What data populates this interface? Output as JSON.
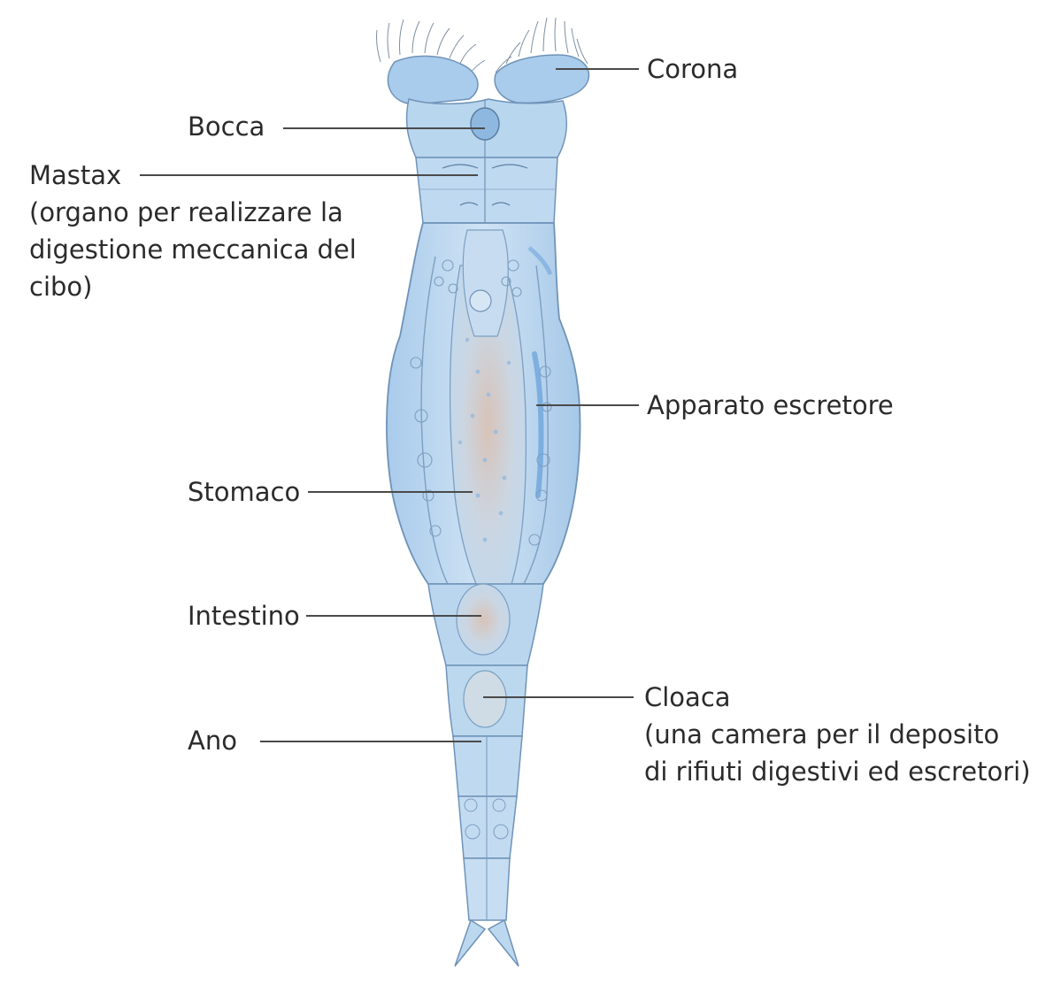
{
  "labels": {
    "corona": "Corona",
    "bocca": "Bocca",
    "mastax": {
      "name": "Mastax",
      "note_line1": "(organo per realizzare la",
      "note_line2": "digestione meccanica del",
      "note_line3": "cibo)"
    },
    "apparato": "Apparato escretore",
    "stomaco": "Stomaco",
    "intestino": "Intestino",
    "ano": "Ano",
    "cloaca": {
      "name": "Cloaca",
      "note_line1": "(una camera per il deposito",
      "note_line2": "di rifiuti digestivi ed escretori)"
    }
  },
  "colors": {
    "body_fill": "#bcd8ef",
    "body_stroke": "#6f93b8",
    "organ_fill": "#cfe2f3",
    "gut_tint": "#d9c7bd",
    "accent_blue": "#6aa4dc",
    "leader_line": "#4a4a4a"
  }
}
